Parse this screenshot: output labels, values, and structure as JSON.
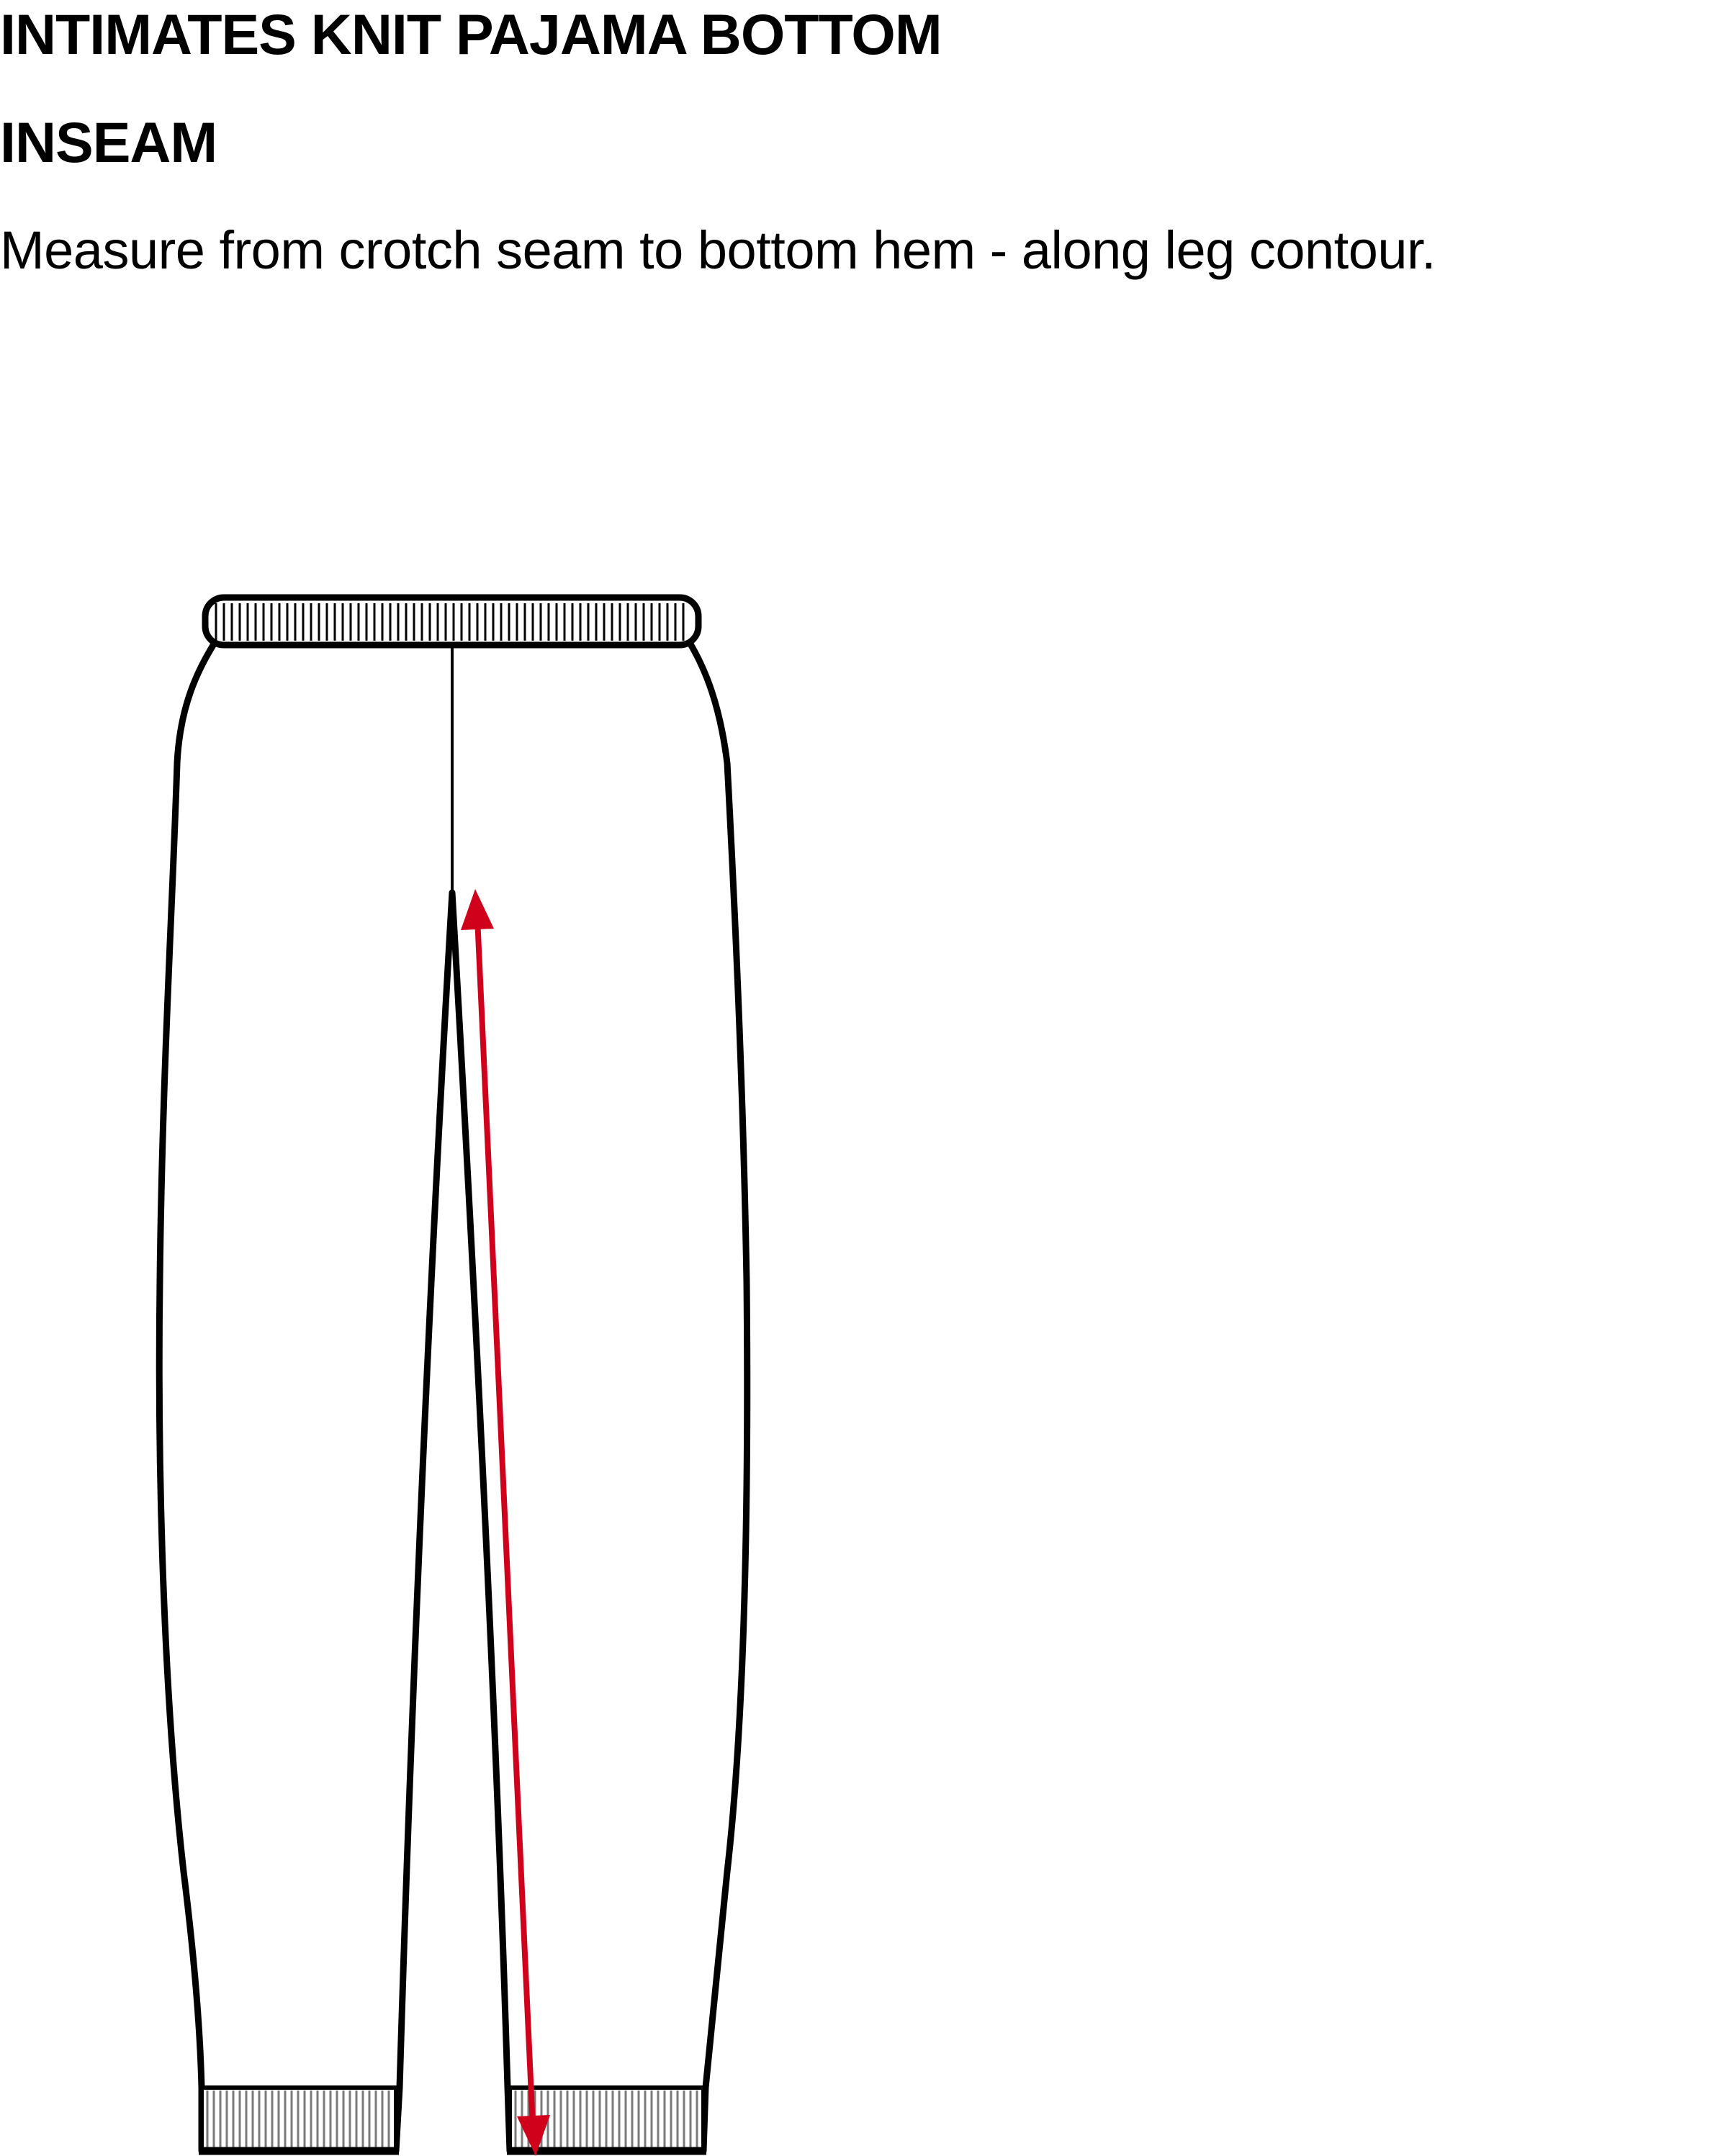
{
  "header": {
    "title": "INTIMATES KNIT PAJAMA BOTTOM",
    "measurement_name": "INSEAM",
    "instruction": "Measure from crotch seam to bottom hem - along leg contour."
  },
  "diagram": {
    "garment": "pajama-bottom",
    "waistband": "ribbed",
    "cuffs": "ribbed",
    "measurement_arrow": {
      "from": "crotch seam",
      "to": "bottom hem",
      "color": "#d0021b"
    },
    "colors": {
      "outline": "#000000",
      "rib_fill": "#ffffff",
      "cuff_rib_fill": "#7a7a7a",
      "arrow": "#d0021b"
    }
  }
}
